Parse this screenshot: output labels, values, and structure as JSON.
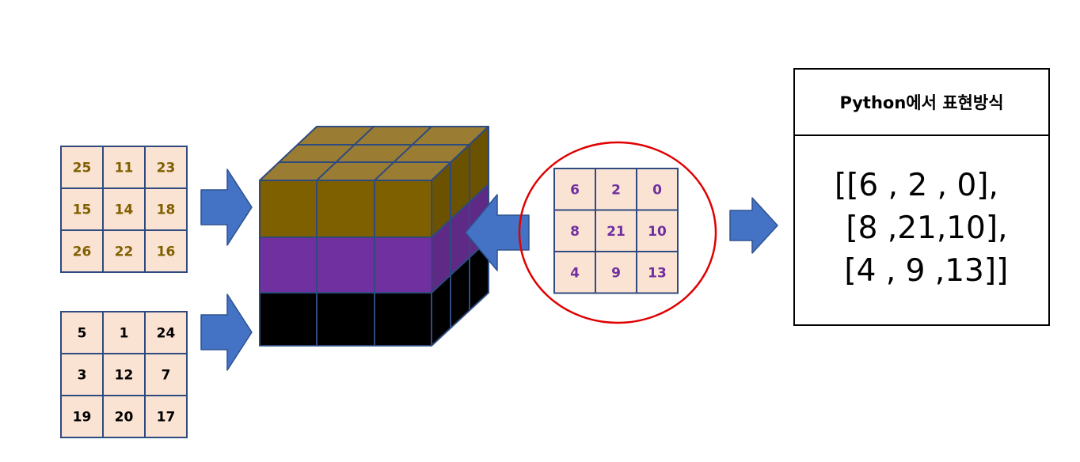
{
  "colors": {
    "cell_fill": "#fbe3d4",
    "grid_border": "#2f4a7f",
    "olive_text": "#7f6000",
    "purple_text": "#7030a0",
    "black_text": "#000000",
    "arrow_fill": "#4472c4",
    "arrow_stroke": "#2f528f",
    "ellipse_stroke": "#e00000",
    "cube_top": "#9a7d32",
    "cube_olive": "#7f6000",
    "cube_purple": "#7030a0",
    "cube_black": "#000000"
  },
  "grids": {
    "olive": {
      "cells": [
        [
          "25",
          "11",
          "23"
        ],
        [
          "15",
          "14",
          "18"
        ],
        [
          "26",
          "22",
          "16"
        ]
      ]
    },
    "black": {
      "cells": [
        [
          "5",
          "1",
          "24"
        ],
        [
          "3",
          "12",
          "7"
        ],
        [
          "19",
          "20",
          "17"
        ]
      ]
    },
    "purple": {
      "cells": [
        [
          "6",
          "2",
          "0"
        ],
        [
          "8",
          "21",
          "10"
        ],
        [
          "4",
          "9",
          "13"
        ]
      ]
    }
  },
  "python_box": {
    "title": "Python에서 표현방식",
    "lines": [
      "[[6 , 2 , 0],",
      " [8 ,21,10],",
      " [4 , 9 ,13]]"
    ]
  }
}
